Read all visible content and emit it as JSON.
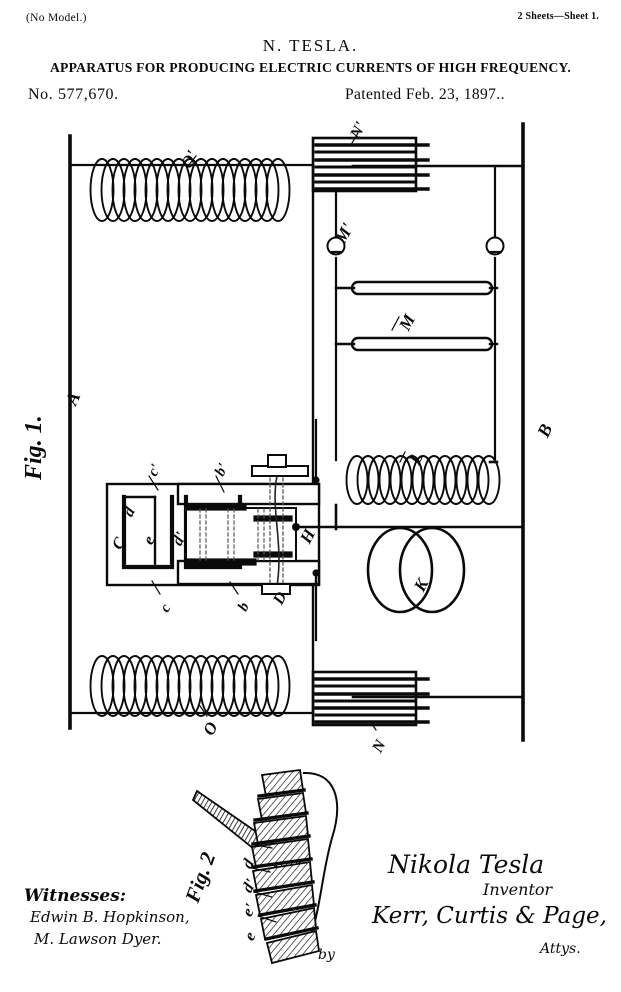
{
  "header": {
    "no_model": "(No Model.)",
    "sheets": "2 Sheets—Sheet 1.",
    "inventor": "N. TESLA.",
    "title": "APPARATUS FOR PRODUCING ELECTRIC CURRENTS OF HIGH FREQUENCY.",
    "patent_number": "No. 577,670.",
    "patent_date": "Patented Feb. 23, 1897.."
  },
  "figures": {
    "fig1_caption": "Fig. 1.",
    "fig2_caption": "Fig. 2"
  },
  "labels": {
    "frame_left": "A",
    "frame_right": "B",
    "coil_top": "O'",
    "coil_bottom": "O",
    "condenser_top": "N'",
    "condenser_bottom": "N",
    "terminal_left": "M'",
    "spark_gap": "M",
    "secondary_coil": "L",
    "loops": "K",
    "core_outer": "C",
    "core_top_plate": "d",
    "core_inner": "e",
    "core_inner_prime": "d'",
    "winding_left_prime": "c'",
    "winding_left": "c",
    "winding_top_prime": "b'",
    "winding_bottom": "b",
    "shaft": "D",
    "body": "H",
    "fig2_a": "e",
    "fig2_b": "e'",
    "fig2_c": "d'",
    "fig2_d": "d"
  },
  "signature": {
    "witness_heading": "Witnesses:",
    "witness_1": "Edwin B. Hopkinson,",
    "witness_2": "M. Lawson Dyer.",
    "by": "by",
    "inventor_signature": "Nikola Tesla",
    "inventor_role": "Inventor",
    "attorney_signature": "Kerr, Curtis & Page,",
    "attorney_role": "Attys."
  },
  "colors": {
    "ink": "#0a0a0a",
    "paper": "#ffffff"
  }
}
